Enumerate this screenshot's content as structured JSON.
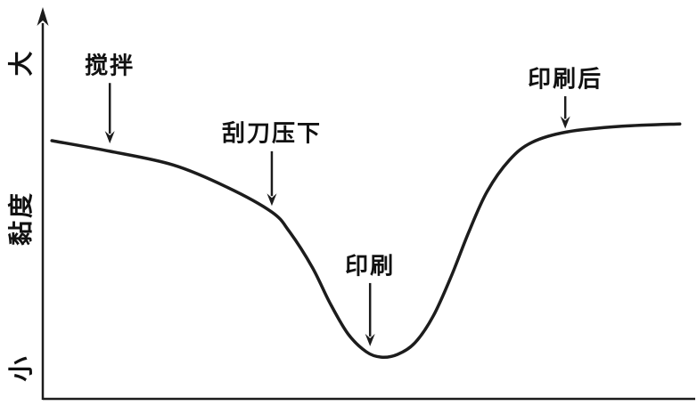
{
  "figure": {
    "background": "#ffffff",
    "line_color": "#1c1c1c"
  },
  "chart_data": {
    "type": "line",
    "title": "",
    "xlabel": "",
    "ylabel": "黏度",
    "y_scale_labels": {
      "top": "大",
      "bottom": "小"
    },
    "xlim": [
      0,
      100
    ],
    "ylim": [
      0,
      100
    ],
    "grid": false,
    "legend": false,
    "x": [
      1.4,
      10.3,
      20.0,
      28.3,
      35.2,
      37.9,
      41.4,
      44.1,
      46.9,
      49.7,
      52.0,
      54.5,
      57.2,
      60.0,
      62.8,
      65.5,
      68.3,
      71.7,
      75.2,
      80.7,
      89.0,
      97.9
    ],
    "y": [
      66.2,
      63.5,
      60.0,
      54.3,
      47.9,
      42.9,
      33.8,
      24.7,
      16.7,
      12.1,
      10.7,
      11.4,
      14.4,
      21.2,
      31.5,
      42.9,
      53.2,
      61.2,
      65.8,
      68.5,
      69.9,
      70.5
    ],
    "annotations": [
      {
        "label": "搅拌",
        "x": 10.3,
        "label_y": 85.8,
        "arrow_from_y": 81.0,
        "arrow_to_y": 65.5
      },
      {
        "label": "刮刀压下",
        "x": 35.2,
        "label_y": 68.5,
        "arrow_from_y": 63.5,
        "arrow_to_y": 49.5
      },
      {
        "label": "印刷",
        "x": 50.3,
        "label_y": 34.5,
        "arrow_from_y": 29.7,
        "arrow_to_y": 13.5
      },
      {
        "label": "印刷后",
        "x": 80.3,
        "label_y": 82.4,
        "arrow_from_y": 77.6,
        "arrow_to_y": 69.3
      }
    ]
  }
}
